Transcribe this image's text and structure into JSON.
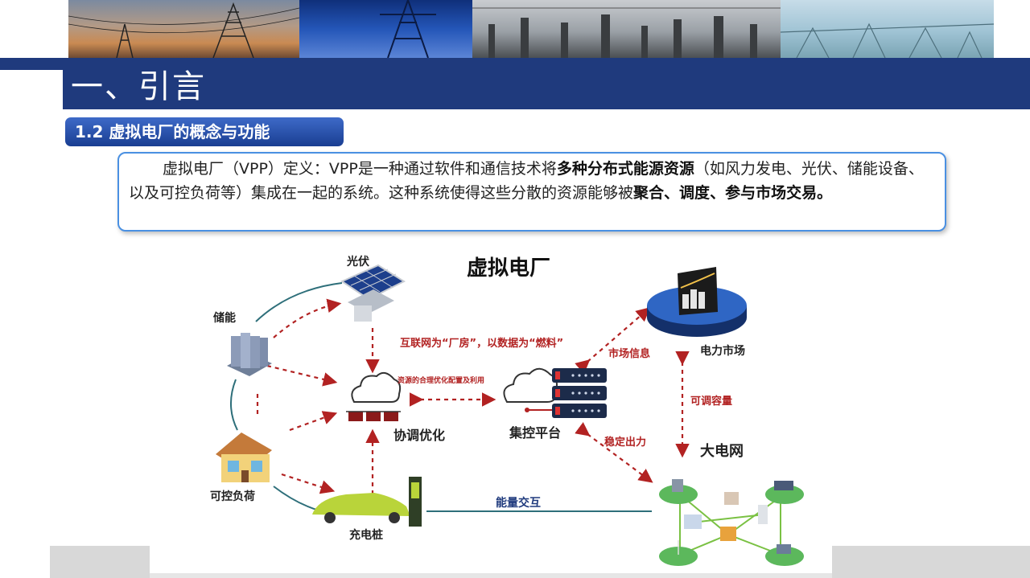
{
  "header": {
    "title": "一、引言",
    "section": "1.2 虚拟电厂的概念与功能"
  },
  "definition": {
    "part1": "虚拟电厂（VPP）定义：VPP是一种通过软件和通信技术将",
    "bold1": "多种分布式能源资源",
    "part2": "（如风力发电、光伏、储能设备、以及可控负荷等）集成在一起的系统。这种系统使得这些分散的资源能够被",
    "bold2": "聚合",
    "sep1": "、",
    "bold3": "调度",
    "sep2": "、",
    "bold4": "参与市场交易",
    "end": "。"
  },
  "diagram": {
    "title": "虚拟电厂",
    "nodes": {
      "solar": "光伏",
      "storage": "储能",
      "load": "可控负荷",
      "charger": "充电桩",
      "coordination": "协调优化",
      "platform": "集控平台",
      "market": "电力市场",
      "grid": "大电网"
    },
    "links": {
      "internet": "互联网为“厂房”，以数据为“燃料”",
      "resource": "资源的合理优化配置及利用",
      "market_info": "市场信息",
      "capacity": "可调容量",
      "stable_output": "稳定出力",
      "energy_exchange": "能量交互"
    }
  }
}
